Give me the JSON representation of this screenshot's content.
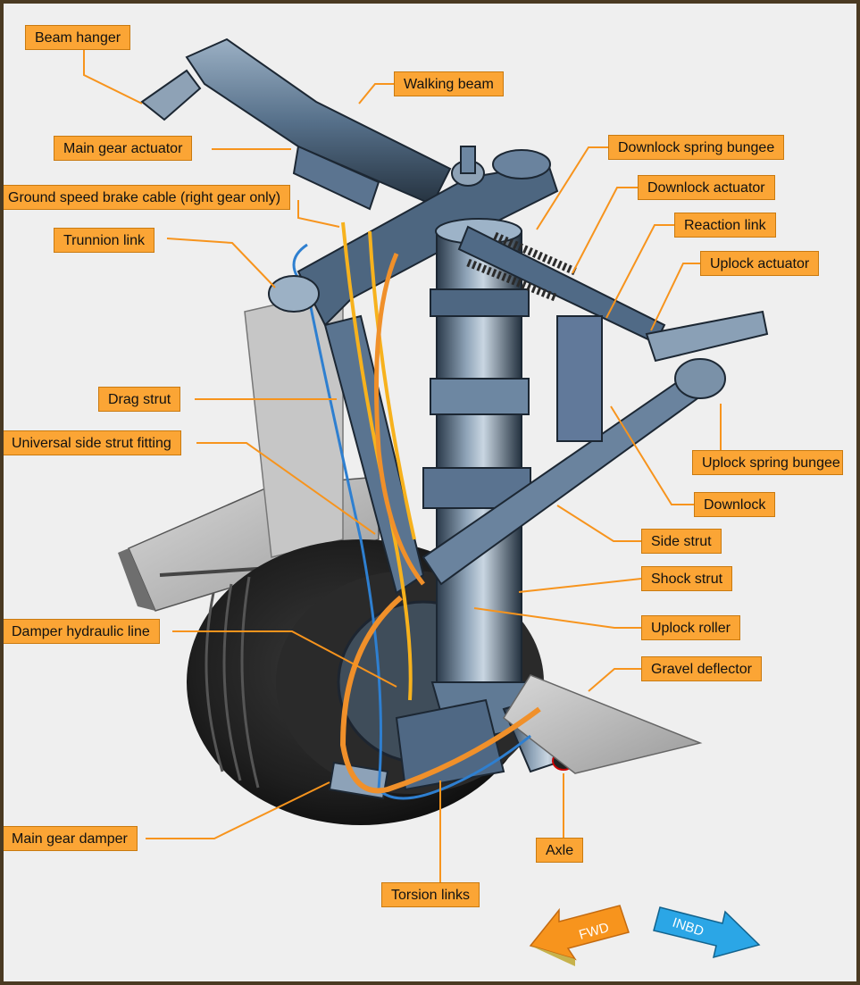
{
  "labels": {
    "beam_hanger": "Beam hanger",
    "walking_beam": "Walking beam",
    "main_gear_actuator": "Main gear actuator",
    "ground_speed_brake_cable": "Ground speed brake cable (right gear only)",
    "trunnion_link": "Trunnion link",
    "drag_strut": "Drag strut",
    "universal_side_strut_fitting": "Universal side strut fitting",
    "damper_hydraulic_line": "Damper hydraulic line",
    "main_gear_damper": "Main gear damper",
    "torsion_links": "Torsion links",
    "axle": "Axle",
    "downlock_spring_bungee": "Downlock spring bungee",
    "downlock_actuator": "Downlock actuator",
    "reaction_link": "Reaction link",
    "uplock_actuator": "Uplock actuator",
    "uplock_spring_bungee": "Uplock spring bungee",
    "downlock": "Downlock",
    "side_strut": "Side strut",
    "shock_strut": "Shock strut",
    "uplock_roller": "Uplock roller",
    "gravel_deflector": "Gravel deflector"
  },
  "direction_arrows": {
    "fwd": "FWD",
    "inbd": "INBD"
  },
  "colors": {
    "callout_fill": "#fba535",
    "leader_line": "#f7941d",
    "fwd_arrow": "#f7941d",
    "inbd_arrow": "#2ba6e6",
    "frame": "#4a3a22",
    "background": "#efefef"
  }
}
